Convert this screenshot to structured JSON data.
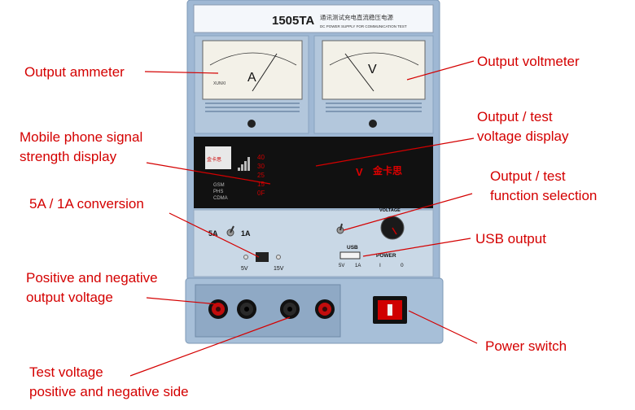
{
  "device": {
    "model": "1505TA",
    "title_cn": "通讯测试充电直流稳压电源",
    "title_en": "DC POWER SUPPLY FOR COMMUNICATION TEST",
    "ammeter_symbol": "A",
    "voltmeter_symbol": "V",
    "meter_brand": "XUNXI",
    "display_v": "V",
    "brand_cn": "金卡思",
    "signal_levels": [
      "40",
      "30",
      "25",
      "15",
      "0F"
    ],
    "network_modes": [
      "GSM",
      "PHS",
      "CDMA"
    ],
    "switch_5a": "5A",
    "switch_1a": "1A",
    "v5": "5V",
    "v15": "15V",
    "voltage_knob_label": "VOLTAGE",
    "usb_label": "USB",
    "usb_spec": "5V",
    "usb_current": "1A",
    "power_label": "POWER",
    "power_on": "I",
    "power_off": "0",
    "colors": {
      "body": "#9fb8d4",
      "panel": "#c9d8e6",
      "display": "#111111",
      "label": "#d40000"
    }
  },
  "labels": {
    "output_ammeter": "Output ammeter",
    "output_voltmeter": "Output voltmeter",
    "signal_display_line1": "Mobile phone signal",
    "signal_display_line2": "strength display",
    "voltage_display_line1": "Output / test",
    "voltage_display_line2": "voltage display",
    "function_select_line1": "Output / test",
    "function_select_line2": "function selection",
    "conversion": "5A / 1A conversion",
    "usb_output": "USB output",
    "pos_neg_line1": "Positive and negative",
    "pos_neg_line2": "output voltage",
    "power_switch": "Power switch",
    "test_v_line1": "Test voltage",
    "test_v_line2": "positive and negative side"
  }
}
